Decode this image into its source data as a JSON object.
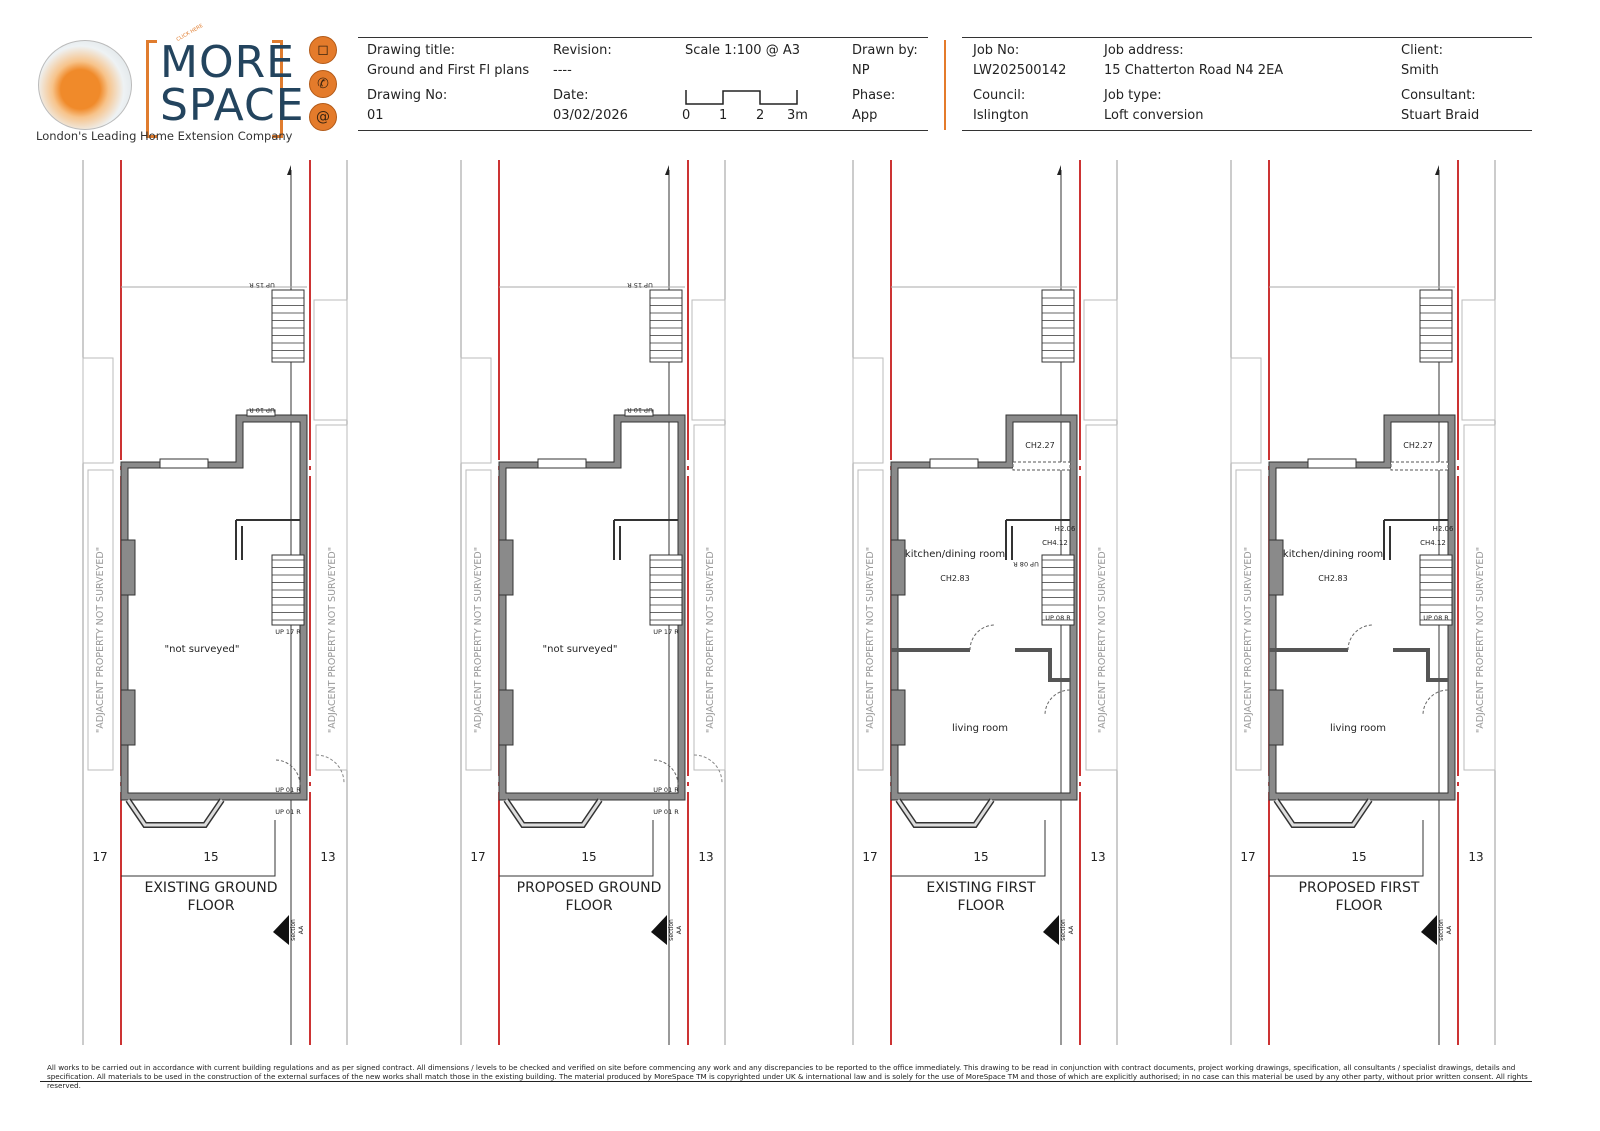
{
  "logo": {
    "brand_line1": "MORE",
    "brand_line2": "SPACE",
    "tag": "CLICK HERE",
    "tagline": "London's Leading Home Extension Company"
  },
  "social": [
    {
      "icon": "instagram-icon",
      "glyph": "◻"
    },
    {
      "icon": "phone-icon",
      "glyph": "✆"
    },
    {
      "icon": "email-icon",
      "glyph": "@"
    }
  ],
  "title_block": {
    "drawing_title_label": "Drawing title:",
    "drawing_title": "Ground and First Fl plans",
    "revision_label": "Revision:",
    "revision": "----",
    "scale": "Scale 1:100 @ A3",
    "drawn_by_label": "Drawn by:",
    "drawn_by": "NP",
    "drawing_no_label": "Drawing No:",
    "drawing_no": "01",
    "date_label": "Date:",
    "date": "03/02/2026",
    "scale_ticks": [
      "0",
      "1",
      "2",
      "3m"
    ],
    "phase_label": "Phase:",
    "phase": "App",
    "job_no_label": "Job No:",
    "job_no": "LW202500142",
    "job_address_label": "Job address:",
    "job_address": "15 Chatterton Road N4 2EA",
    "client_label": "Client:",
    "client": "Smith",
    "council_label": "Council:",
    "council": "Islington",
    "job_type_label": "Job type:",
    "job_type": "Loft conversion",
    "consultant_label": "Consultant:",
    "consultant": "Stuart Braid"
  },
  "colors": {
    "accent": "#e47b2b",
    "brand": "#23445e",
    "boundary": "#c00000",
    "wall": "#8a8a8a"
  },
  "plans": [
    {
      "title_line1": "EXISTING GROUND",
      "title_line2": "FLOOR",
      "type": "ground",
      "room_main": "\"not surveyed\"",
      "room_main_ch": "",
      "room_second": "",
      "stair_labels": [
        "UP 15 R",
        "UP 10 R",
        "UP 17 R",
        "UP 01 R",
        "UP 01 R"
      ]
    },
    {
      "title_line1": "PROPOSED GROUND",
      "title_line2": "FLOOR",
      "type": "ground",
      "room_main": "\"not surveyed\"",
      "room_main_ch": "",
      "room_second": "",
      "stair_labels": [
        "UP 15 R",
        "UP 10 R",
        "UP 17 R",
        "UP 01 R",
        "UP 01 R"
      ]
    },
    {
      "title_line1": "EXISTING FIRST",
      "title_line2": "FLOOR",
      "type": "first",
      "room_main": "kitchen/dining room",
      "room_main_ch": "CH2.83",
      "room_second": "living room",
      "ch_rear": "CH2.27",
      "ch_stair": "CH4.12",
      "h_stair": "H2.06",
      "stair_labels": [
        "UP 08 R",
        "UP 08 R"
      ]
    },
    {
      "title_line1": "PROPOSED FIRST",
      "title_line2": "FLOOR",
      "type": "first",
      "room_main": "kitchen/dining room",
      "room_main_ch": "CH2.83",
      "room_second": "living room",
      "ch_rear": "CH2.27",
      "ch_stair": "CH4.12",
      "h_stair": "H2.06",
      "stair_labels": [
        "UP 08 R"
      ]
    }
  ],
  "plan_common": {
    "left_no": "17",
    "centre_no": "15",
    "right_no": "13",
    "adjacent": "\"ADJACENT PROPERTY NOT SURVEYED\"",
    "section_label": "section",
    "section_id": "AA"
  },
  "footer": "All works to be carried out in accordance with  current building regulations and as per  signed contract. All dimensions / levels to be checked and verified on site before commencing any work and any discrepancies to be reported to the office immediately. This drawing to be read in conjunction with contract documents, project working drawings, specification, all consultants / specialist drawings, details and specification. All materials to be used in the construction of the external surfaces of the new works shall match those in the existing building. The material produced by MoreSpace TM is copyrighted under UK & international law and is solely for the use of MoreSpace TM and those of which are explicitly authorised; in no case can this material be used by any other party, without prior written consent. All rights reserved."
}
